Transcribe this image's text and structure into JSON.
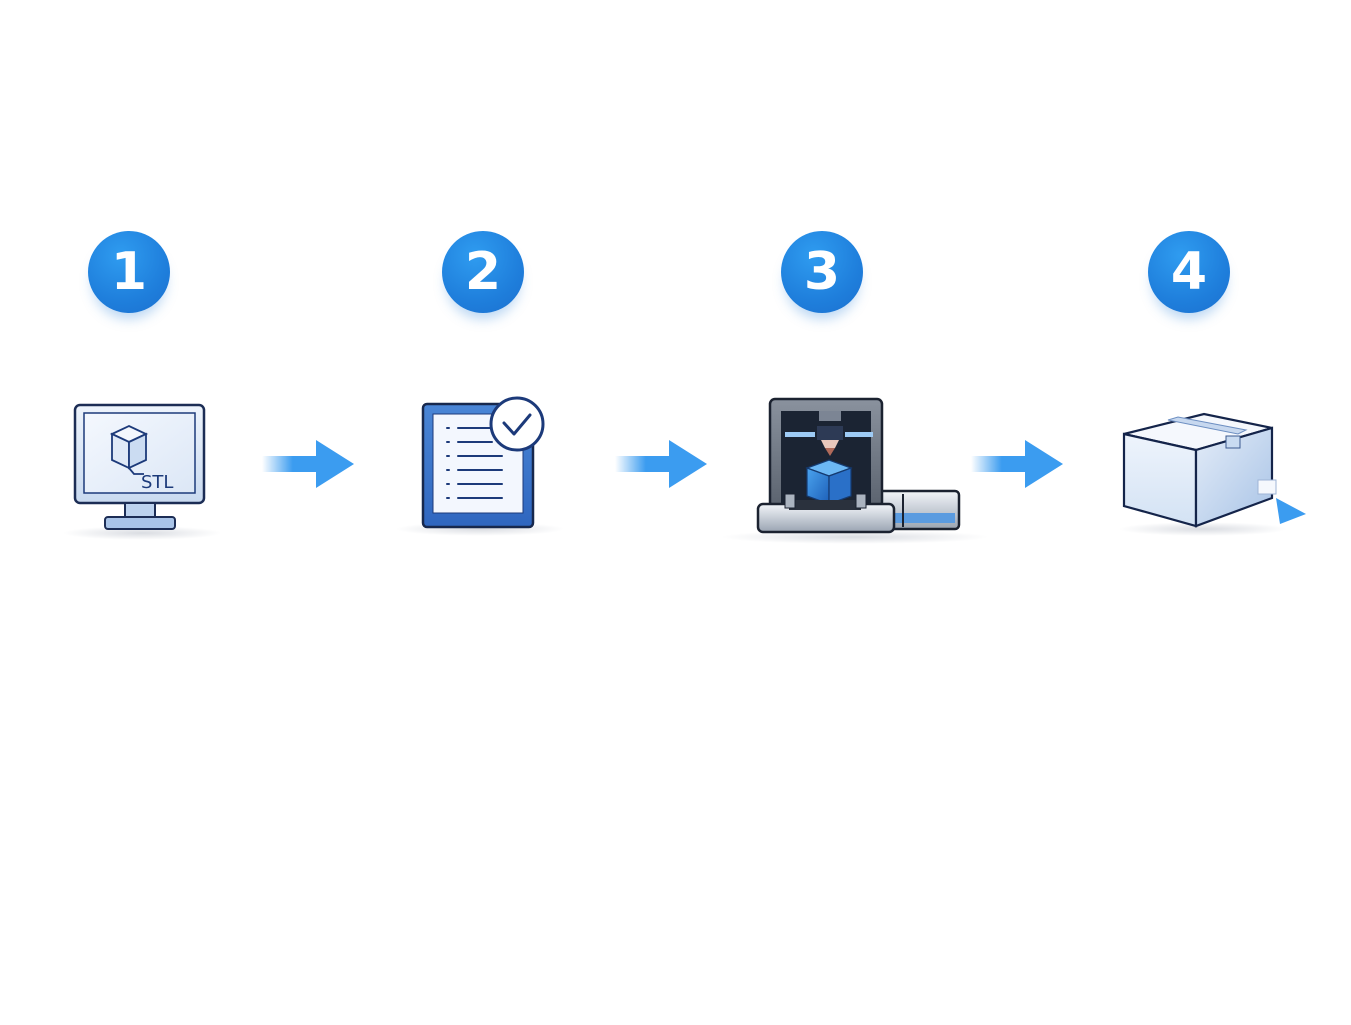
{
  "diagram": {
    "title": "",
    "colors": {
      "badge": "#1f7fdc",
      "arrow": "#3b9cf0",
      "outline": "#1c3a7a",
      "screen": "#e6effb"
    },
    "steps": [
      {
        "number": "1",
        "icon": "monitor-stl-icon",
        "file_label": "STL",
        "meaning": "upload 3D model file"
      },
      {
        "number": "2",
        "icon": "checklist-approved-icon",
        "meaning": "review / quote approved"
      },
      {
        "number": "3",
        "icon": "3d-printer-icon",
        "meaning": "3D printing"
      },
      {
        "number": "4",
        "icon": "shipping-box-icon",
        "meaning": "package shipped"
      }
    ],
    "connectors": [
      {
        "from": "1",
        "to": "2",
        "icon": "arrow-right-icon"
      },
      {
        "from": "2",
        "to": "3",
        "icon": "arrow-right-icon"
      },
      {
        "from": "3",
        "to": "4",
        "icon": "arrow-right-icon"
      }
    ]
  }
}
